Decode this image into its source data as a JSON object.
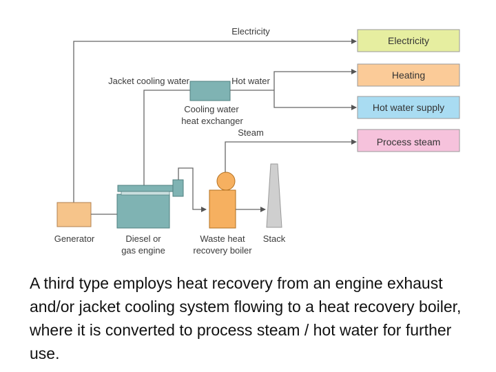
{
  "diagram": {
    "flow_labels": {
      "electricity": "Electricity",
      "jacket_cooling_water": "Jacket cooling water",
      "hot_water": "Hot water",
      "cooling_exchanger_1": "Cooling water",
      "cooling_exchanger_2": "heat exchanger",
      "steam": "Steam"
    },
    "components": {
      "generator": "Generator",
      "engine_1": "Diesel or",
      "engine_2": "gas engine",
      "boiler_1": "Waste heat",
      "boiler_2": "recovery boiler",
      "stack": "Stack"
    },
    "outputs": [
      {
        "label": "Electricity",
        "color": "#e6eea0"
      },
      {
        "label": "Heating",
        "color": "#fbcb98"
      },
      {
        "label": "Hot water supply",
        "color": "#a9dcf2"
      },
      {
        "label": "Process steam",
        "color": "#f6c2dc"
      }
    ],
    "colors": {
      "engine": "#7fb3b3",
      "generator": "#f6c48a",
      "boiler": "#f6b060",
      "stack": "#cfcfcf"
    }
  },
  "caption": "A third type employs heat recovery from an engine exhaust and/or jacket cooling system flowing to a heat recovery boiler, where it is converted to process steam / hot water for further use."
}
